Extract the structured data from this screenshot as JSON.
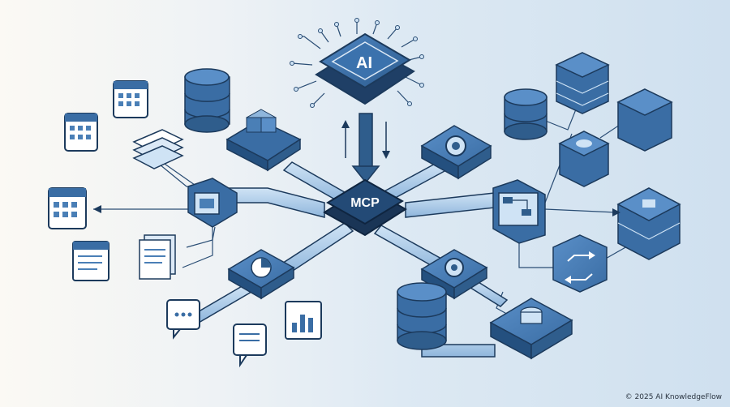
{
  "hub": {
    "ai_label": "AI",
    "mcp_label": "MCP"
  },
  "footer": {
    "copyright": "© 2025 AI KnowledgeFlow"
  },
  "colors": {
    "dark_blue": "#2f5d8c",
    "mid_blue": "#4a7fb6",
    "light_blue": "#a9c9e8",
    "outline": "#1c3a5c",
    "background_left": "#fbf9f4",
    "background_right": "#cfe0ef"
  },
  "icons": [
    "ai-chip-icon",
    "mcp-hub-icon",
    "calendar-icon",
    "document-stack-icon",
    "database-icon",
    "connector-plug-icon",
    "gear-icon",
    "server-stack-icon",
    "workflow-icon",
    "refresh-icon",
    "chat-bubble-icon",
    "chart-icon",
    "pie-chart-icon"
  ]
}
